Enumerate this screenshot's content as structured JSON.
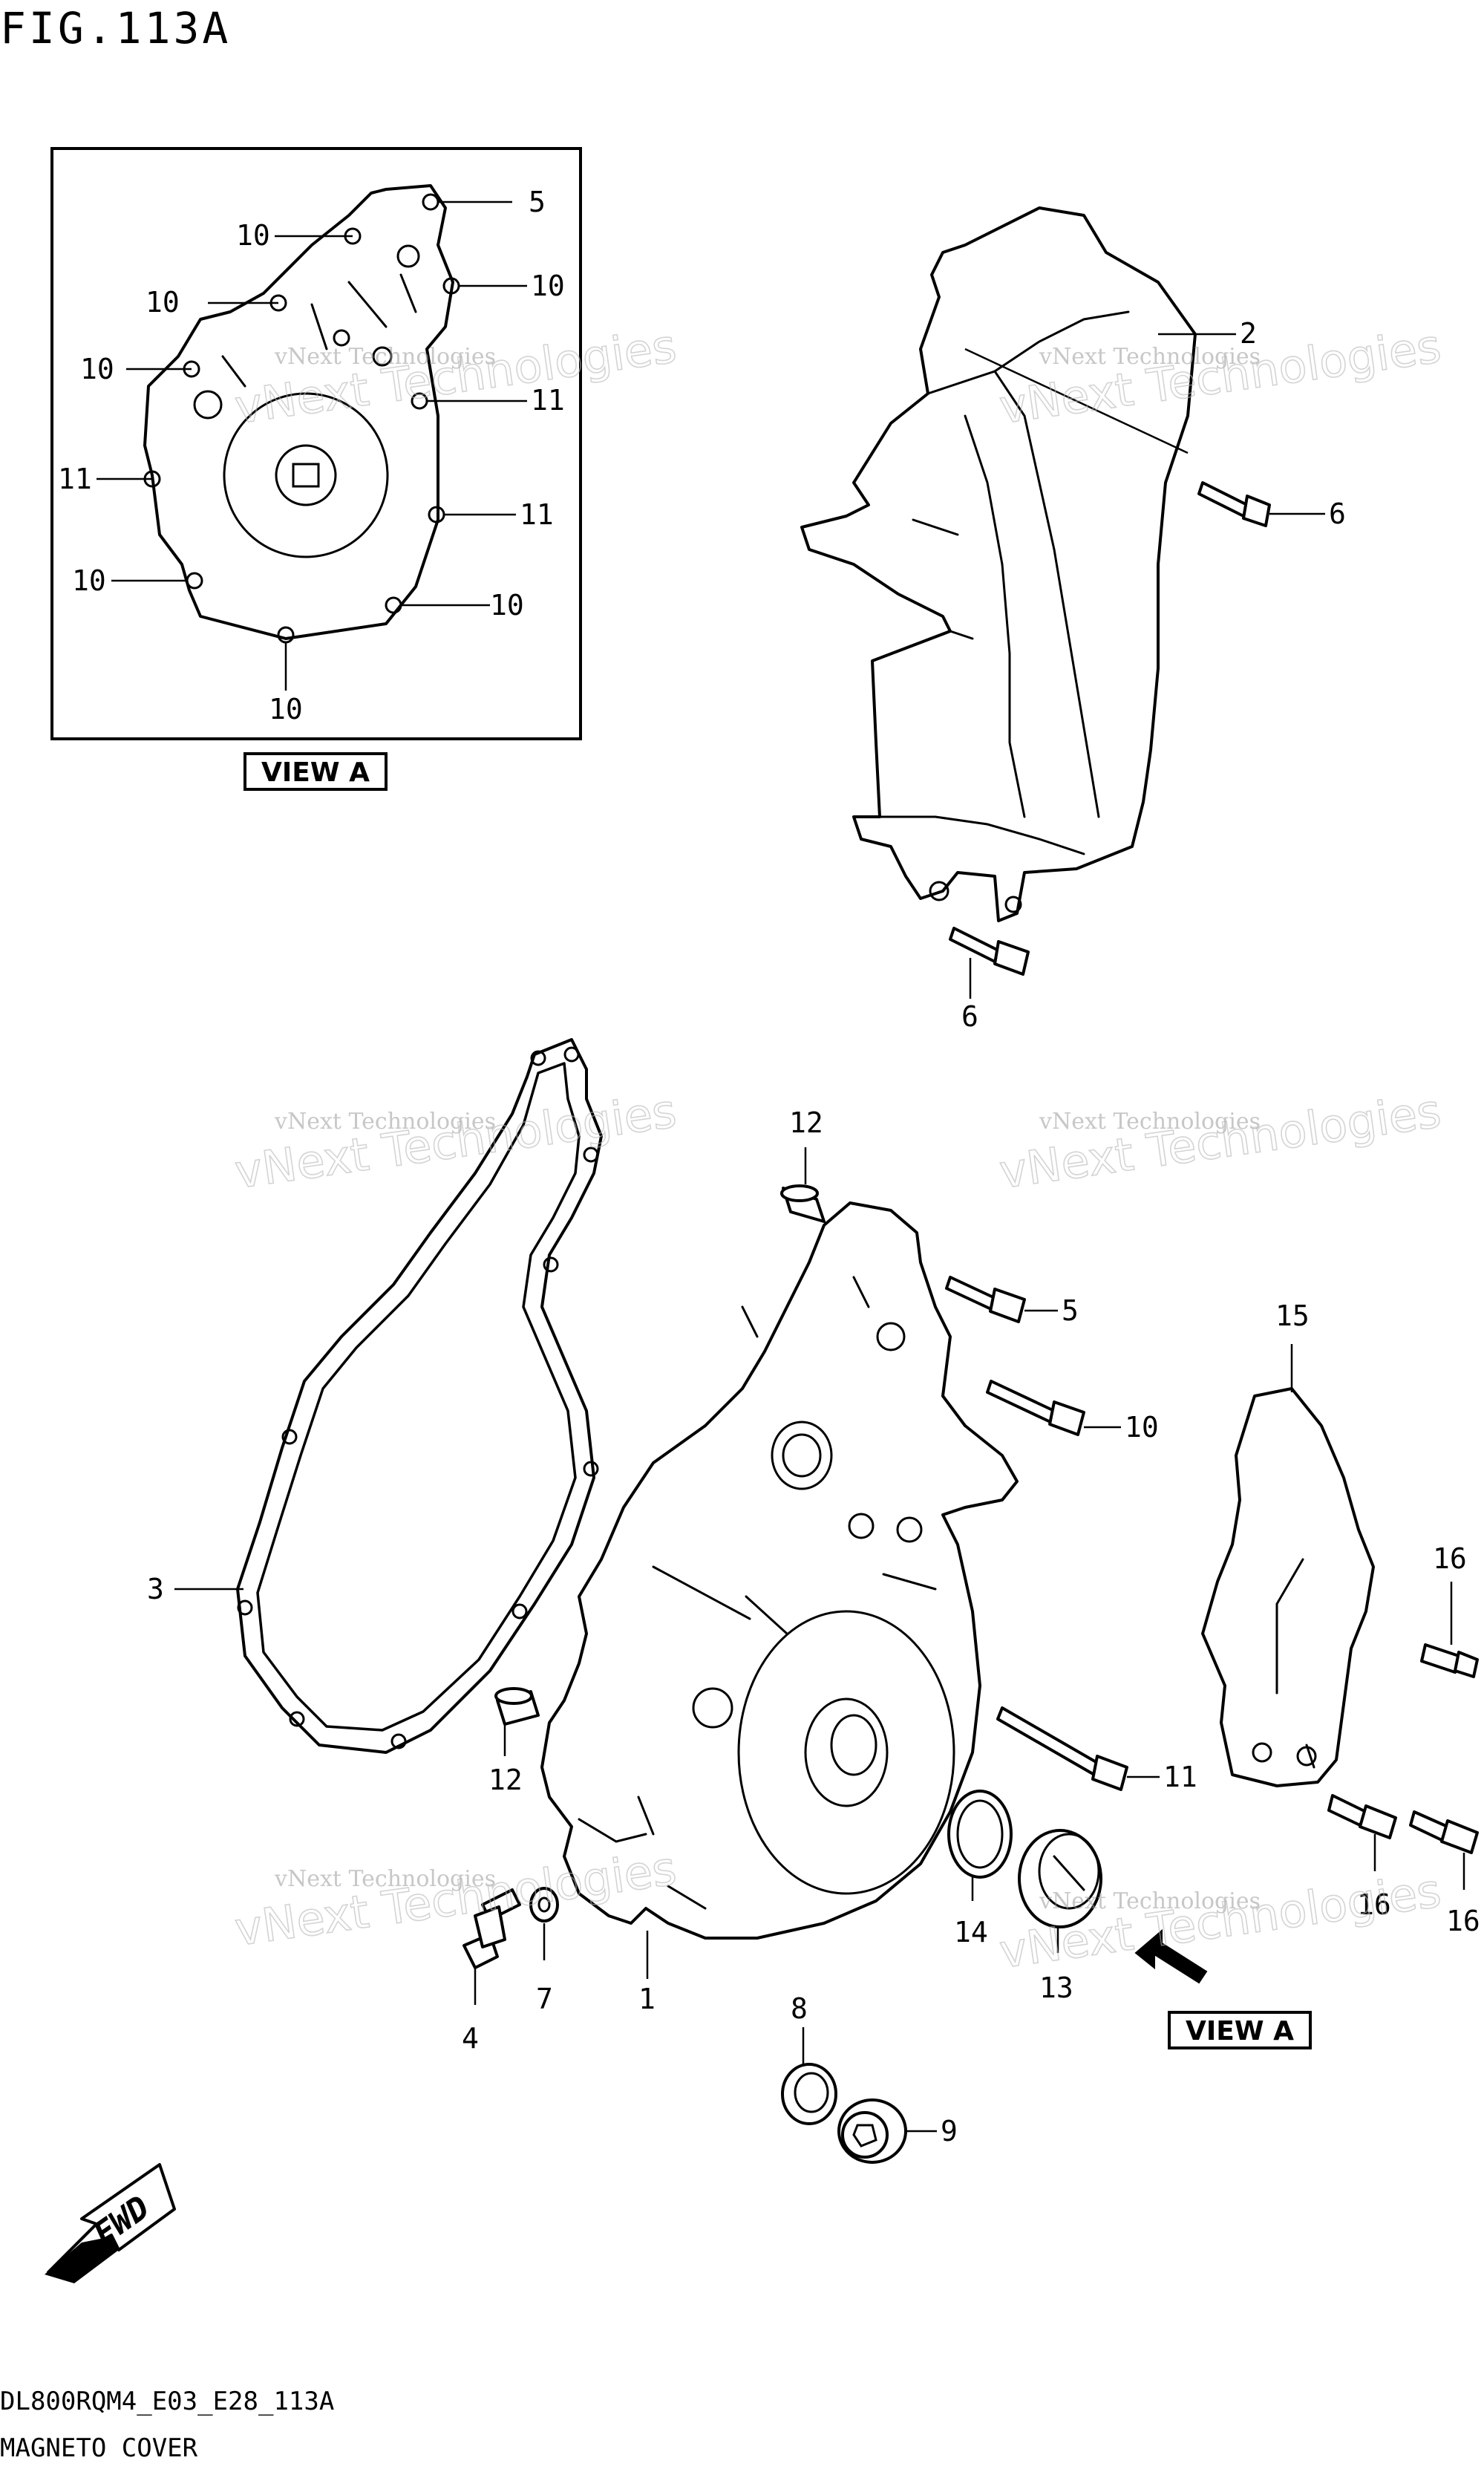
{
  "figure": {
    "title": "FIG.113A"
  },
  "view_a": {
    "label": "VIEW A"
  },
  "view_a_pointer": {
    "label": "VIEW A"
  },
  "footer": {
    "code": "DL800RQM4_E03_E28_113A",
    "name": "MAGNETO COVER"
  },
  "watermark": {
    "line1": "vNext Technologies",
    "line2": "vNext Technologies"
  },
  "fwd": {
    "label": "FWD"
  },
  "inset_callouts": [
    "5",
    "10",
    "10",
    "10",
    "10",
    "11",
    "11",
    "11",
    "10",
    "10",
    "10"
  ],
  "main_callouts": [
    "2",
    "6",
    "6",
    "12",
    "5",
    "10",
    "15",
    "3",
    "16",
    "11",
    "12",
    "16",
    "16",
    "14",
    "13",
    "1",
    "7",
    "4",
    "8",
    "9"
  ]
}
